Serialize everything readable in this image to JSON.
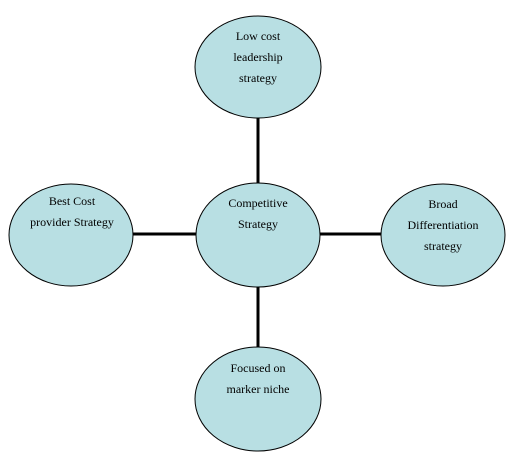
{
  "diagram": {
    "colors": {
      "node_fill": "#b8dfe3",
      "node_stroke": "#000000",
      "edge": "#000000",
      "background": "#ffffff"
    },
    "nodes": {
      "center": {
        "lines": [
          "Competitive",
          "Strategy"
        ]
      },
      "top": {
        "lines": [
          "Low cost",
          "leadership",
          "strategy"
        ]
      },
      "left": {
        "lines": [
          "Best Cost",
          "provider Strategy"
        ]
      },
      "right": {
        "lines": [
          "Broad",
          "Differentiation",
          "strategy"
        ]
      },
      "bottom": {
        "lines": [
          "Focused on",
          "marker niche"
        ]
      }
    },
    "edges": [
      {
        "from": "center",
        "to": "top"
      },
      {
        "from": "center",
        "to": "left"
      },
      {
        "from": "center",
        "to": "right"
      },
      {
        "from": "center",
        "to": "bottom"
      }
    ]
  }
}
